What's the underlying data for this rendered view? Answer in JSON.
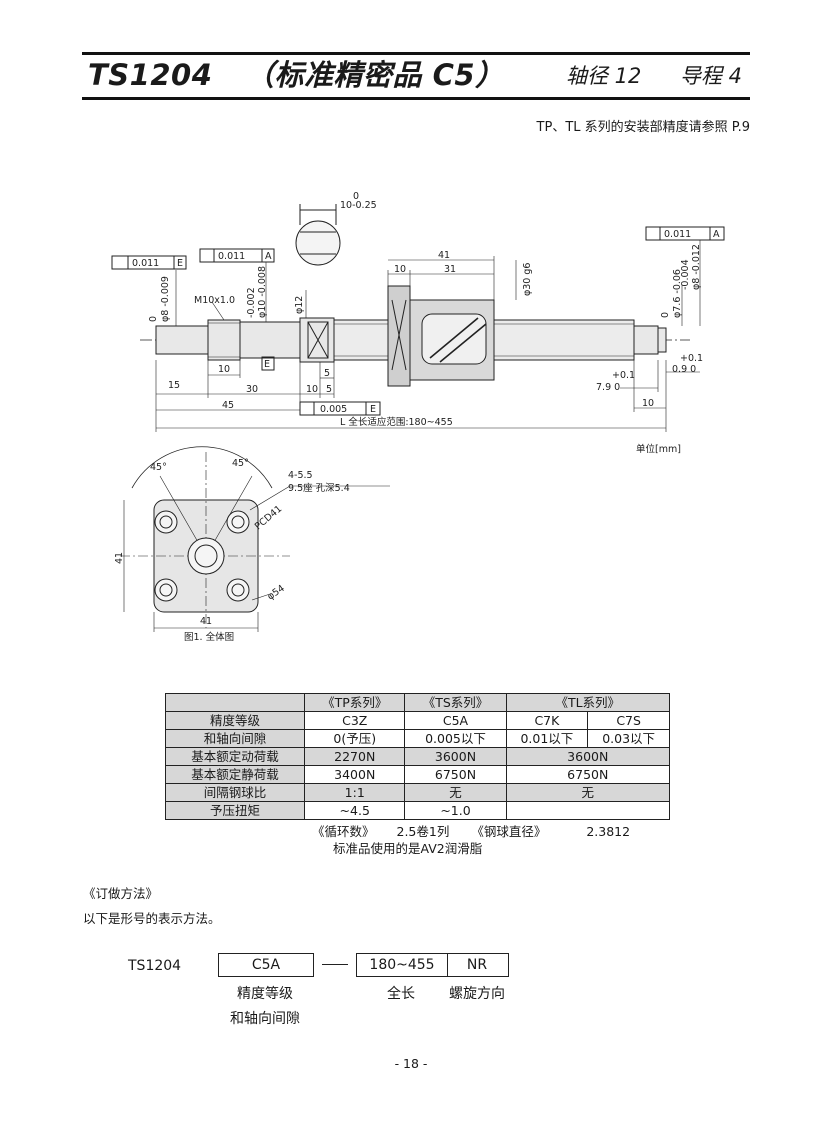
{
  "header": {
    "model": "TS1204",
    "grade": "（标准精密品  C5）",
    "shaft_label": "轴径 12",
    "lead_label": "导程 4",
    "note": "TP、TL 系列的安装部精度请参照 P.9"
  },
  "drawing": {
    "dims": {
      "flat_top": "0",
      "flat_range": "10-0.25",
      "phi12": "φ12",
      "phi8_a": "φ8 -0.009",
      "phi8_a0": "0",
      "phi10_a": "-0.002",
      "phi10_b": "φ10 -0.008",
      "m10": "M10x1.0",
      "d41": "41",
      "d10": "10",
      "d31": "31",
      "phi30": "φ30 g6",
      "phi76_0": "0",
      "phi76": "φ7.6 -0.06",
      "phi8_b1": "-0.004",
      "phi8_b2": "φ8 -0.012",
      "d15": "15",
      "d30": "30",
      "d10b": "10",
      "d5": "5",
      "d10c": "10",
      "d5b": "5",
      "d45": "45",
      "p01": "+0.1",
      "p790": "7.9  0",
      "p01b": "+0.1",
      "p090": "0.9  0",
      "d10d": "10",
      "length": "L  全长适应范围:180~455",
      "unit": "单位[mm]"
    },
    "tolerances": {
      "tol1": "0.011",
      "tol1_ref": "E",
      "tol2": "0.011",
      "tol2_ref": "A",
      "tol3": "0.011",
      "tol3_ref": "A",
      "tol4": "0.005",
      "tol4_ref": "E",
      "datum_e": "E"
    },
    "flange": {
      "angle1": "45°",
      "angle2": "45°",
      "hole_note1": "4-5.5",
      "hole_note2": "9.5座  孔深5.4",
      "pcd": "PCD41",
      "phi54": "φ54",
      "side": "41",
      "bottom": "41",
      "caption": "图1. 全体图"
    }
  },
  "table": {
    "headers": [
      "《TP系列》",
      "《TS系列》",
      "《TL系列》"
    ],
    "rows": [
      {
        "label": "精度等级",
        "cells": [
          "C3Z",
          "C5A",
          "C7K",
          "C7S"
        ]
      },
      {
        "label": "和轴向间隙",
        "cells": [
          "0(予压)",
          "0.005以下",
          "0.01以下",
          "0.03以下"
        ]
      },
      {
        "label": "基本额定动荷载",
        "cells": [
          "2270N",
          "3600N",
          "3600N"
        ]
      },
      {
        "label": "基本额定静荷载",
        "cells": [
          "3400N",
          "6750N",
          "6750N"
        ]
      },
      {
        "label": "间隔钢球比",
        "cells": [
          "1:1",
          "无",
          "无"
        ]
      },
      {
        "label": "予压扭矩",
        "cells": [
          "~4.5",
          "~1.0",
          ""
        ]
      }
    ],
    "footnote": {
      "circ_label": "《循环数》",
      "circ_value": "2.5卷1列",
      "ball_label": "《钢球直径》",
      "ball_value": "2.3812",
      "grease": "标准品使用的是AV2润滑脂"
    }
  },
  "ordering": {
    "title": "《订做方法》",
    "desc": "以下是形号的表示方法。",
    "code": "TS1204",
    "grade_box": "C5A",
    "dash": "—",
    "length_box": "180~455",
    "dir_box": "NR",
    "grade_label_1": "精度等级",
    "grade_label_2": "和轴向间隙",
    "length_label": "全长",
    "dir_label": "螺旋方向"
  },
  "page_number": "- 18 -"
}
